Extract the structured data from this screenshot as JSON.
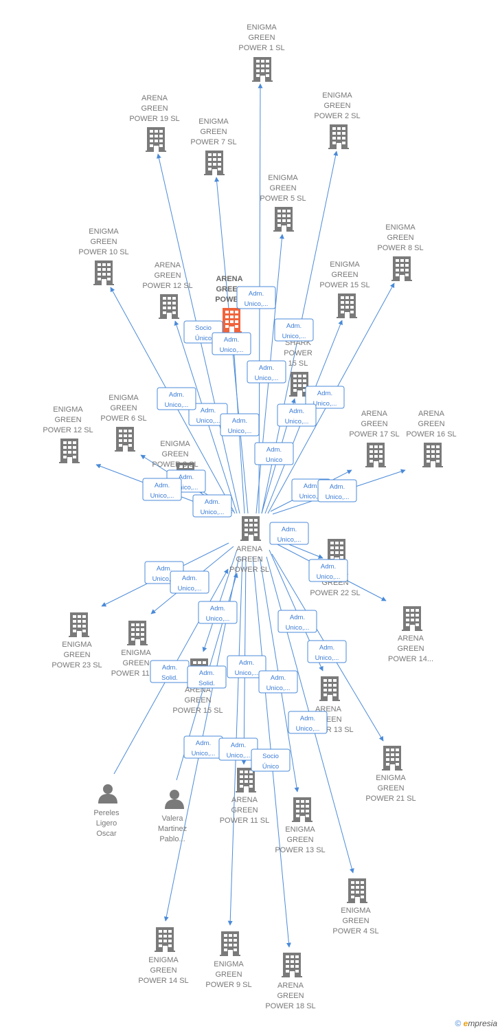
{
  "colors": {
    "edge": "#4a8ad8",
    "company_icon": "#7a7a7a",
    "highlight_icon": "#f0643c",
    "person_icon": "#7a7a7a",
    "label": "#777777"
  },
  "center": {
    "id": "center",
    "label": [
      "ARENA",
      "GREEN",
      "POWER SL"
    ]
  },
  "nodes": [
    {
      "id": "n1",
      "type": "company",
      "label": [
        "ENIGMA",
        "GREEN",
        "POWER 1  SL"
      ]
    },
    {
      "id": "n2",
      "type": "company",
      "label": [
        "ENIGMA",
        "GREEN",
        "POWER 2  SL"
      ]
    },
    {
      "id": "n3",
      "type": "company",
      "label": [
        "ARENA",
        "GREEN",
        "POWER 19  SL"
      ]
    },
    {
      "id": "n4",
      "type": "company",
      "label": [
        "ENIGMA",
        "GREEN",
        "POWER 7  SL"
      ]
    },
    {
      "id": "n5",
      "type": "company",
      "label": [
        "ENIGMA",
        "GREEN",
        "POWER 5  SL"
      ]
    },
    {
      "id": "n6",
      "type": "company",
      "label": [
        "ENIGMA",
        "GREEN",
        "POWER 10  SL"
      ]
    },
    {
      "id": "n7",
      "type": "company",
      "label": [
        "ENIGMA",
        "GREEN",
        "POWER 8  SL"
      ]
    },
    {
      "id": "n8",
      "type": "company",
      "label": [
        "ARENA",
        "GREEN",
        "POWER 12  SL"
      ]
    },
    {
      "id": "n9",
      "type": "highlight",
      "label": [
        "ARENA",
        "GREEN",
        "POWER"
      ]
    },
    {
      "id": "n10",
      "type": "company",
      "label": [
        "ENIGMA",
        "GREEN",
        "POWER 15  SL"
      ]
    },
    {
      "id": "n11",
      "type": "company",
      "label": [
        "SHARK",
        "POWER",
        "15  SL"
      ]
    },
    {
      "id": "n12",
      "type": "company",
      "label": [
        "ENIGMA",
        "GREEN",
        "POWER 6  SL"
      ]
    },
    {
      "id": "n13",
      "type": "company",
      "label": [
        "ENIGMA",
        "GREEN",
        "POWER 12  SL"
      ]
    },
    {
      "id": "n14",
      "type": "company",
      "label": [
        "ENIGMA",
        "GREEN",
        "POWER 3  SL"
      ]
    },
    {
      "id": "n15",
      "type": "company",
      "label": [
        "ARENA",
        "GREEN",
        "POWER 17  SL"
      ]
    },
    {
      "id": "n16",
      "type": "company",
      "label": [
        "ARENA",
        "GREEN",
        "POWER 16  SL"
      ]
    },
    {
      "id": "n17",
      "type": "company",
      "label": [
        "ARENA",
        "GREEN",
        "POWER 22  SL"
      ]
    },
    {
      "id": "n18",
      "type": "company",
      "label": [
        "ENIGMA",
        "GREEN",
        "POWER 23  SL"
      ]
    },
    {
      "id": "n19",
      "type": "company",
      "label": [
        "ENIGMA",
        "GREEN",
        "POWER 11  SL"
      ]
    },
    {
      "id": "n20",
      "type": "company",
      "label": [
        "ARENA",
        "GREEN",
        "POWER 14..."
      ]
    },
    {
      "id": "n21",
      "type": "company",
      "label": [
        "ARENA",
        "GREEN",
        "POWER 15  SL"
      ]
    },
    {
      "id": "n22",
      "type": "company",
      "label": [
        "ARENA",
        "GREEN",
        "POWER 13  SL"
      ]
    },
    {
      "id": "n23",
      "type": "company",
      "label": [
        "ENIGMA",
        "GREEN",
        "POWER 21  SL"
      ]
    },
    {
      "id": "n24",
      "type": "person",
      "label": [
        "Pereles",
        "Ligero",
        "Oscar"
      ]
    },
    {
      "id": "n25",
      "type": "person",
      "label": [
        "Valera",
        "Martinez",
        "Pablo..."
      ]
    },
    {
      "id": "n26",
      "type": "company",
      "label": [
        "ARENA",
        "GREEN",
        "POWER 11  SL"
      ]
    },
    {
      "id": "n27",
      "type": "company",
      "label": [
        "ENIGMA",
        "GREEN",
        "POWER 13  SL"
      ]
    },
    {
      "id": "n28",
      "type": "company",
      "label": [
        "ENIGMA",
        "GREEN",
        "POWER 4  SL"
      ]
    },
    {
      "id": "n29",
      "type": "company",
      "label": [
        "ENIGMA",
        "GREEN",
        "POWER 14  SL"
      ]
    },
    {
      "id": "n30",
      "type": "company",
      "label": [
        "ENIGMA",
        "GREEN",
        "POWER 9  SL"
      ]
    },
    {
      "id": "n31",
      "type": "company",
      "label": [
        "ARENA",
        "GREEN",
        "POWER 18  SL"
      ]
    }
  ],
  "relations": [
    {
      "target": "n1",
      "label": [
        "Adm.",
        "Unico,..."
      ]
    },
    {
      "target": "n3",
      "label": [
        "Socio",
        "Único"
      ]
    },
    {
      "target": "n4",
      "label": [
        "Adm.",
        "Unico,..."
      ]
    },
    {
      "target": "n2",
      "label": [
        "Adm.",
        "Unico,..."
      ]
    },
    {
      "target": "n5",
      "label": [
        "Adm.",
        "Unico,..."
      ]
    },
    {
      "target": "n6",
      "label": [
        "Adm.",
        "Unico,..."
      ]
    },
    {
      "target": "n8",
      "label": [
        "Adm.",
        "Unico,..."
      ]
    },
    {
      "target": "n9",
      "label": [
        "Adm.",
        "Unico,..."
      ]
    },
    {
      "target": "n7",
      "label": [
        "Adm.",
        "Unico,..."
      ]
    },
    {
      "target": "n10",
      "label": [
        "Adm.",
        "Unico,..."
      ]
    },
    {
      "target": "n11",
      "label": [
        "Adm.",
        "Unico"
      ]
    },
    {
      "target": "n12",
      "label": [
        "Adm.",
        "Unico,..."
      ]
    },
    {
      "target": "n13",
      "label": [
        "Adm.",
        "Unico,..."
      ]
    },
    {
      "target": "n14",
      "label": [
        "Adm.",
        "Unico,..."
      ]
    },
    {
      "target": "n15",
      "label": [
        "Adm.",
        "Unico,..."
      ]
    },
    {
      "target": "n16",
      "label": [
        "Adm.",
        "Unico,..."
      ]
    },
    {
      "target": "n17",
      "label": [
        "Adm.",
        "Unico,..."
      ]
    },
    {
      "target": "n18",
      "label": [
        "Adm.",
        "Unico,..."
      ]
    },
    {
      "target": "n19",
      "label": [
        "Adm.",
        "Unico,..."
      ]
    },
    {
      "target": "n20",
      "label": [
        "Adm.",
        "Unico,..."
      ]
    },
    {
      "target": "n21",
      "label": [
        "Adm.",
        "Unico,..."
      ]
    },
    {
      "target": "n22",
      "label": [
        "Adm.",
        "Unico,..."
      ]
    },
    {
      "target": "n23",
      "label": [
        "Adm.",
        "Unico,..."
      ]
    },
    {
      "target": "n24",
      "label": [
        "Adm.",
        "Solid."
      ]
    },
    {
      "target": "n25",
      "label": [
        "Adm.",
        "Solid."
      ]
    },
    {
      "target": "n26",
      "label": [
        "Adm.",
        "Unico,..."
      ]
    },
    {
      "target": "n27",
      "label": [
        "Adm.",
        "Unico,..."
      ]
    },
    {
      "target": "n28",
      "label": [
        "Adm.",
        "Unico,..."
      ]
    },
    {
      "target": "n29",
      "label": [
        "Adm.",
        "Unico,..."
      ]
    },
    {
      "target": "n30",
      "label": [
        "Adm.",
        "Unico,..."
      ]
    },
    {
      "target": "n31",
      "label": [
        "Socio",
        "Único"
      ]
    }
  ],
  "footer": {
    "copyright": "©",
    "brand_e": "e",
    "brand": "mpresia"
  }
}
